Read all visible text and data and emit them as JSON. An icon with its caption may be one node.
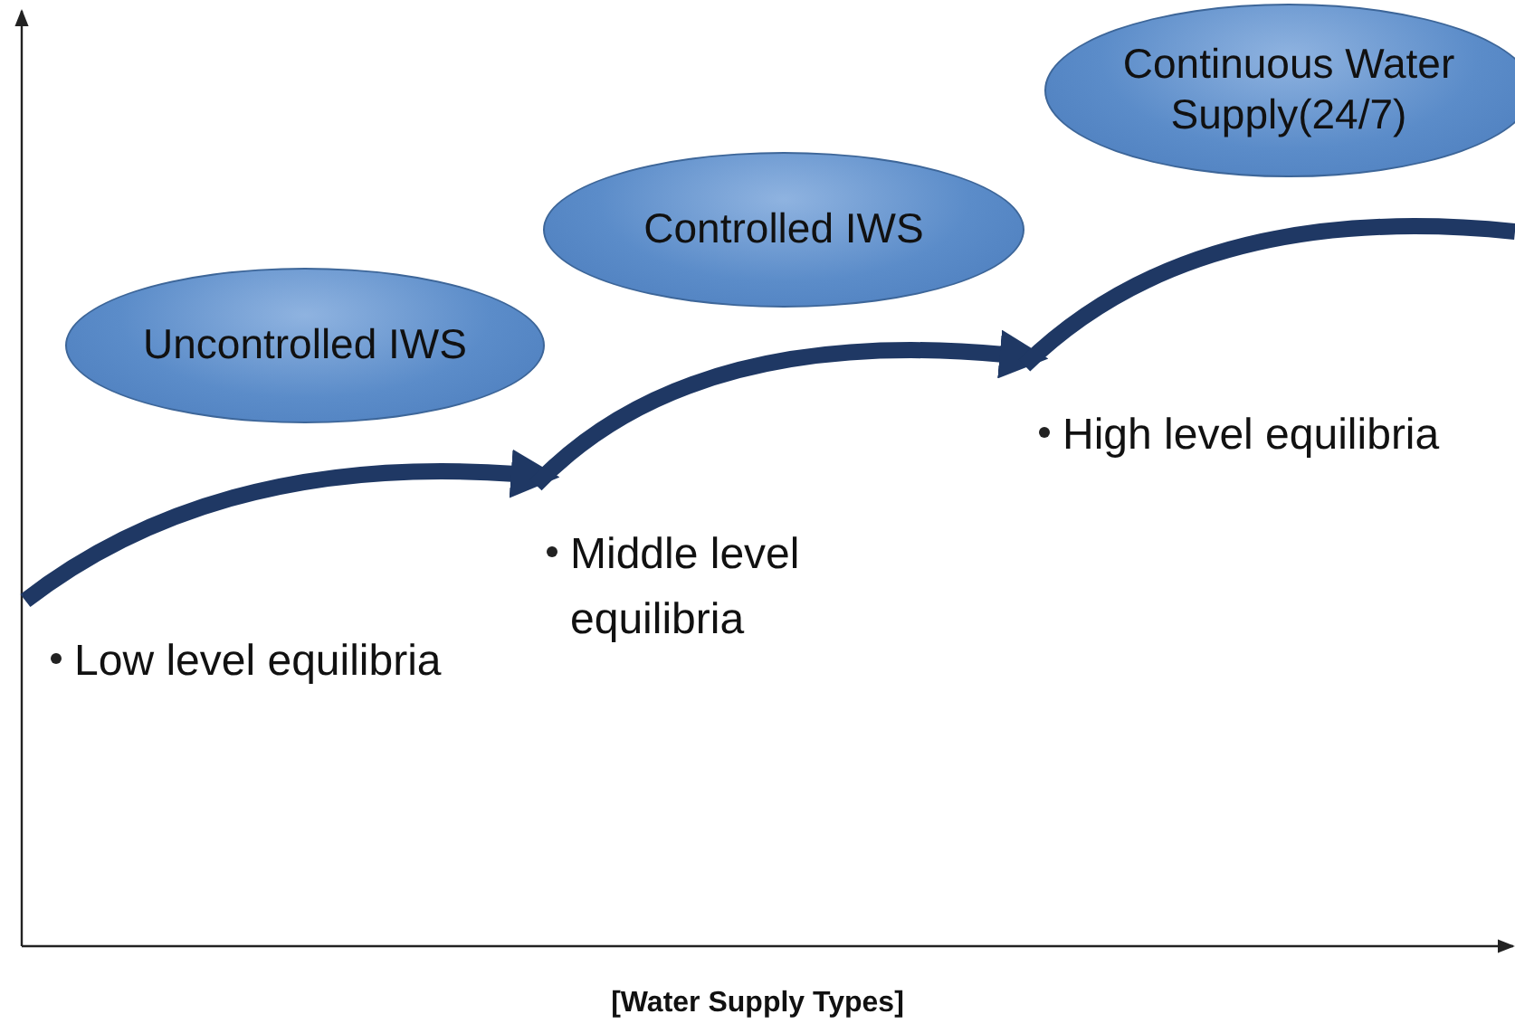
{
  "diagram": {
    "caption": "[Water Supply Types]",
    "nodes": [
      {
        "text": [
          "Uncontrolled IWS"
        ]
      },
      {
        "text": [
          "Controlled IWS"
        ]
      },
      {
        "text": [
          "Continuous Water Supply(24/7)"
        ]
      }
    ],
    "labels": [
      "Low level equilibria",
      "Middle level equilibria",
      "High level equilibria"
    ]
  }
}
